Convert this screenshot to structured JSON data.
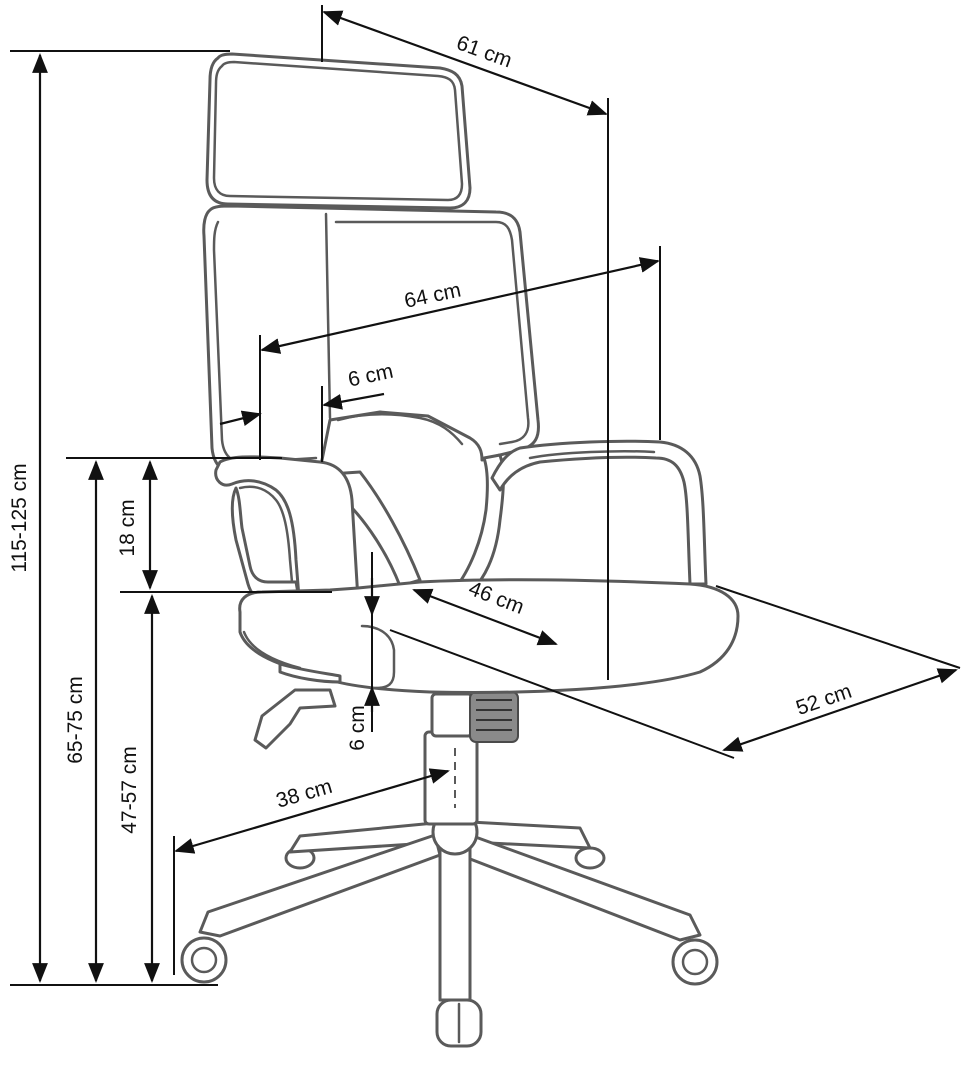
{
  "dimensions": {
    "total_height": "115-125 cm",
    "armrest_height": "65-75 cm",
    "seat_height": "47-57 cm",
    "armrest_above_seat": "18 cm",
    "seat_thickness": "6 cm",
    "base_radius": "38 cm",
    "overall_depth": "61 cm",
    "overall_width": "64 cm",
    "armrest_width": "6 cm",
    "seat_depth": "46 cm",
    "seat_width": "52 cm"
  },
  "colors": {
    "outline": "#5a5a5a",
    "dimension_line": "#111111",
    "background": "#ffffff"
  }
}
